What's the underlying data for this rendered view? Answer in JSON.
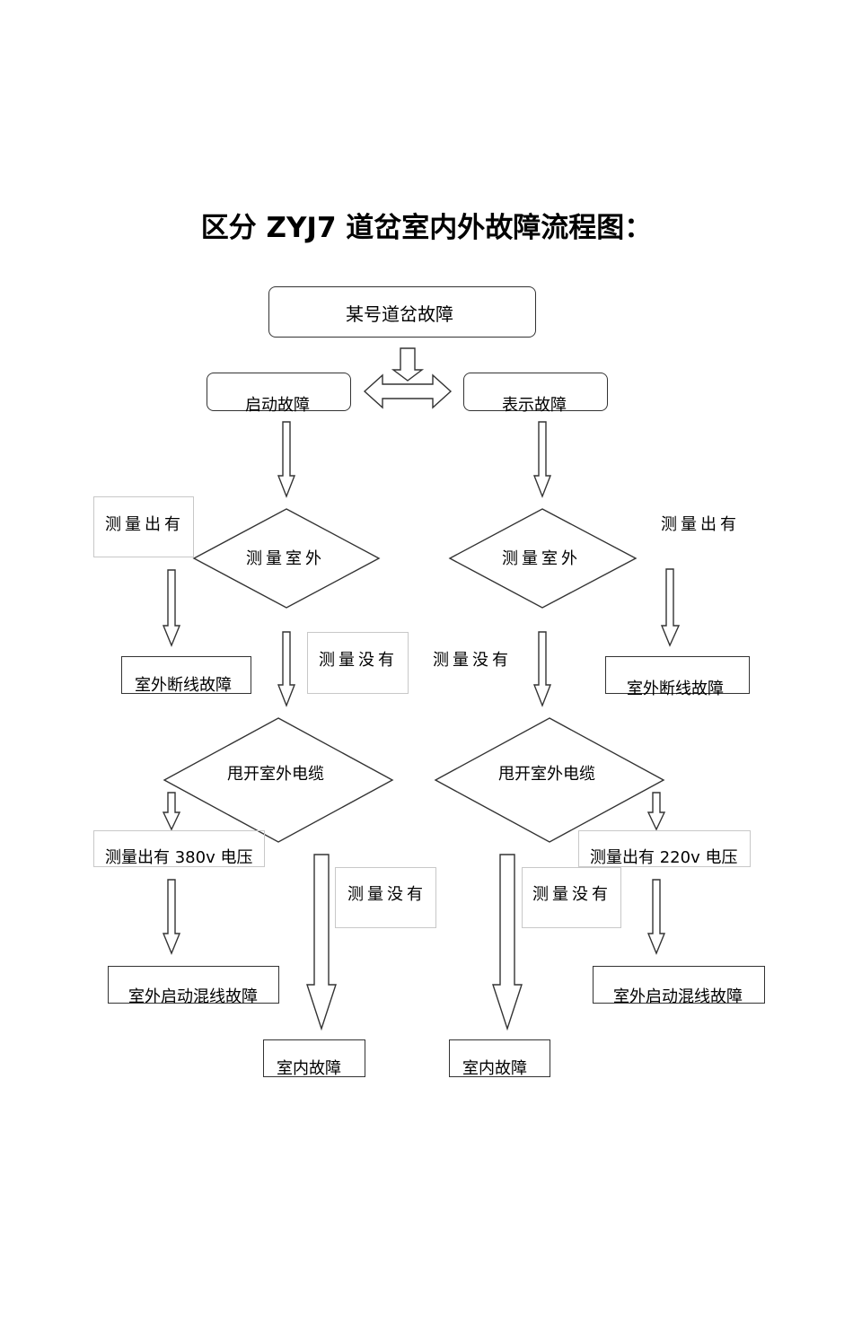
{
  "title": "区分 ZYJ7 道岔室内外故障流程图：",
  "nodes": {
    "root": "某号道岔故障",
    "start_fault": "启动故障",
    "indication_fault": "表示故障",
    "left_measure_outdoor": "测量室外",
    "right_measure_outdoor": "测量室外",
    "left_disconnect_cable": "甩开室外电缆",
    "right_disconnect_cable": "甩开室外电缆",
    "left_outdoor_break": "室外断线故障",
    "right_outdoor_break": "室外断线故障",
    "left_outdoor_mixline": "室外启动混线故障",
    "right_outdoor_mixline": "室外启动混线故障",
    "left_indoor": "室内故障",
    "right_indoor": "室内故障"
  },
  "edge_labels": {
    "left_measured_yes": "测量出有",
    "right_measured_yes": "测量出有",
    "left_measured_no_1": "测量没有",
    "right_measured_no_1": "测量没有",
    "left_measured_380": "测量出有 380v 电压",
    "right_measured_220": "测量出有 220v 电压",
    "left_measured_no_2": "测量没有",
    "right_measured_no_2": "测量没有"
  }
}
